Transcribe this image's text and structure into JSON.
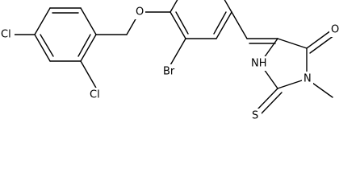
{
  "molecule": {
    "atoms": [
      {
        "id": "cl-para",
        "symbol": "Cl"
      },
      {
        "id": "cl-ortho",
        "symbol": "Cl"
      },
      {
        "id": "o-ether",
        "symbol": "O"
      },
      {
        "id": "br",
        "symbol": "Br"
      },
      {
        "id": "nh",
        "symbol": "NH"
      },
      {
        "id": "n-methyl",
        "symbol": "N"
      },
      {
        "id": "o-carbonyl",
        "symbol": "O"
      },
      {
        "id": "s-thione",
        "symbol": "S"
      }
    ]
  },
  "colors": {
    "bond": "#000000",
    "label": "#000000",
    "background": "#ffffff"
  }
}
